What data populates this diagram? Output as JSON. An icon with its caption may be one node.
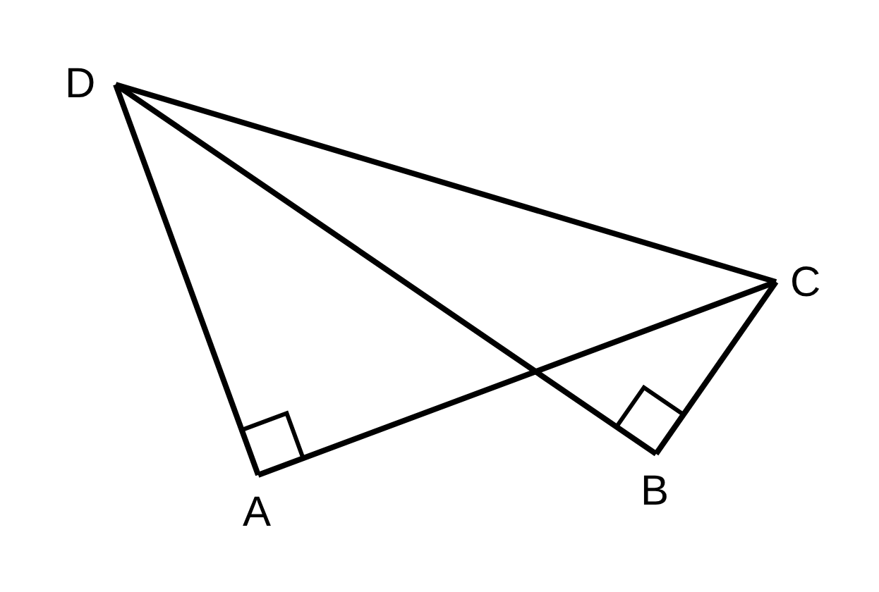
{
  "diagram": {
    "nodes": [
      {
        "text": [
          "D"
        ]
      },
      {
        "text": [
          "C"
        ]
      },
      {
        "text": [
          "A"
        ]
      },
      {
        "text": [
          "B"
        ]
      }
    ],
    "edges": [
      {
        "from": 0,
        "to": 2,
        "arrow": "none"
      },
      {
        "from": 0,
        "to": 1,
        "arrow": "none"
      },
      {
        "from": 0,
        "to": 3,
        "arrow": "none"
      },
      {
        "from": 2,
        "to": 1,
        "arrow": "none"
      },
      {
        "from": 3,
        "to": 1,
        "arrow": "none"
      }
    ]
  }
}
